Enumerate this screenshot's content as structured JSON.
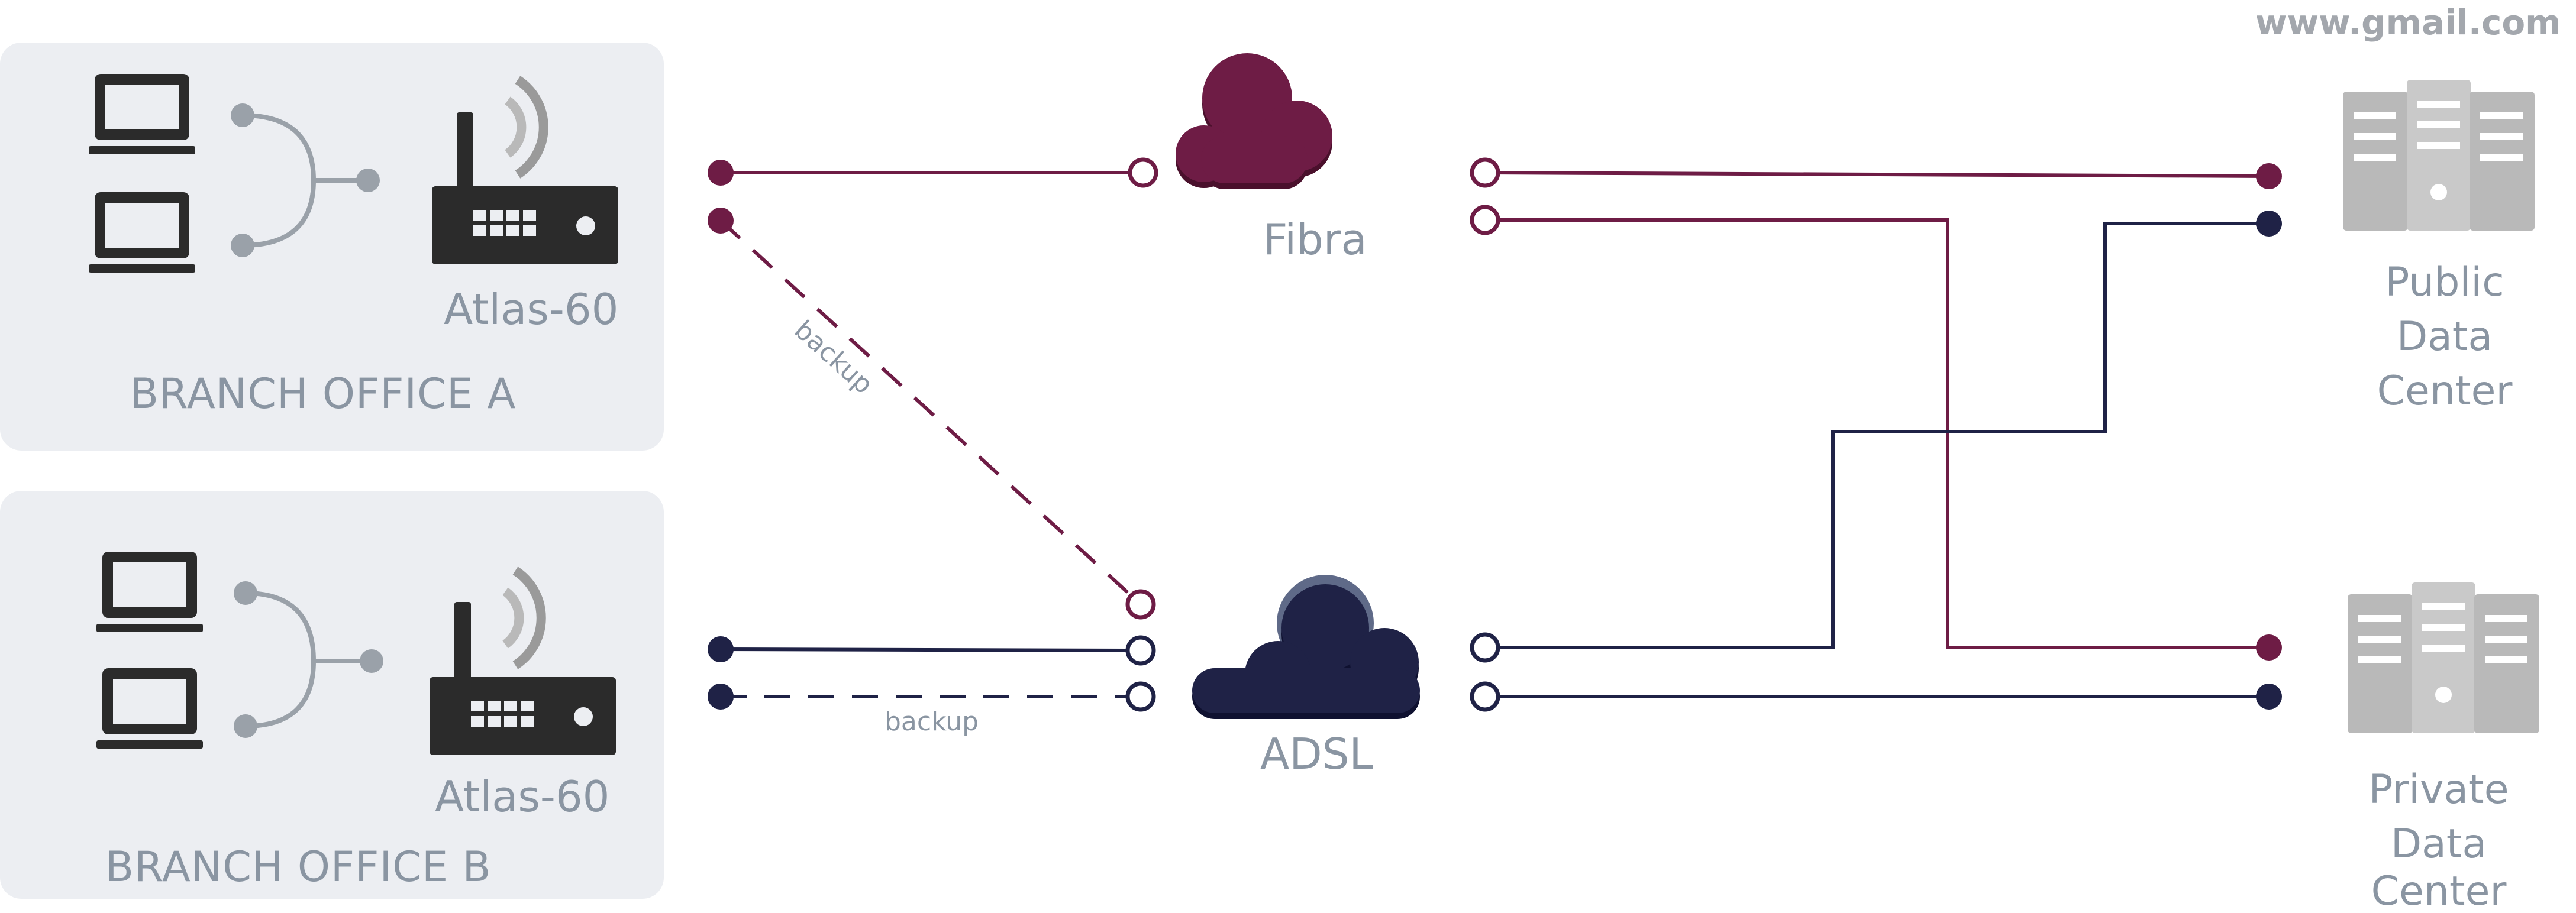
{
  "colors": {
    "fibra": "#6e1c45",
    "adsl": "#1f2246",
    "panel": "#eceef2",
    "icon": "#2b2b2b",
    "connector": "#9aa1a9",
    "server": "#b9b9b9",
    "label": "#8a95a2"
  },
  "branch_a": {
    "label": "BRANCH OFFICE A",
    "device": "Atlas-60",
    "icons": [
      "laptop-icon",
      "laptop-icon",
      "router-icon"
    ]
  },
  "branch_b": {
    "label": "BRANCH OFFICE B",
    "device": "Atlas-60",
    "icons": [
      "laptop-icon",
      "laptop-icon",
      "router-icon"
    ]
  },
  "clouds": {
    "fibra": "Fibra",
    "adsl": "ADSL"
  },
  "links": {
    "backup_a": "backup",
    "backup_b": "backup"
  },
  "data_centers": {
    "public": {
      "url": "www.gmail.com",
      "lines": [
        "Public",
        "Data",
        "Center"
      ]
    },
    "private": {
      "lines": [
        "Private",
        "Data",
        "Center"
      ]
    }
  }
}
